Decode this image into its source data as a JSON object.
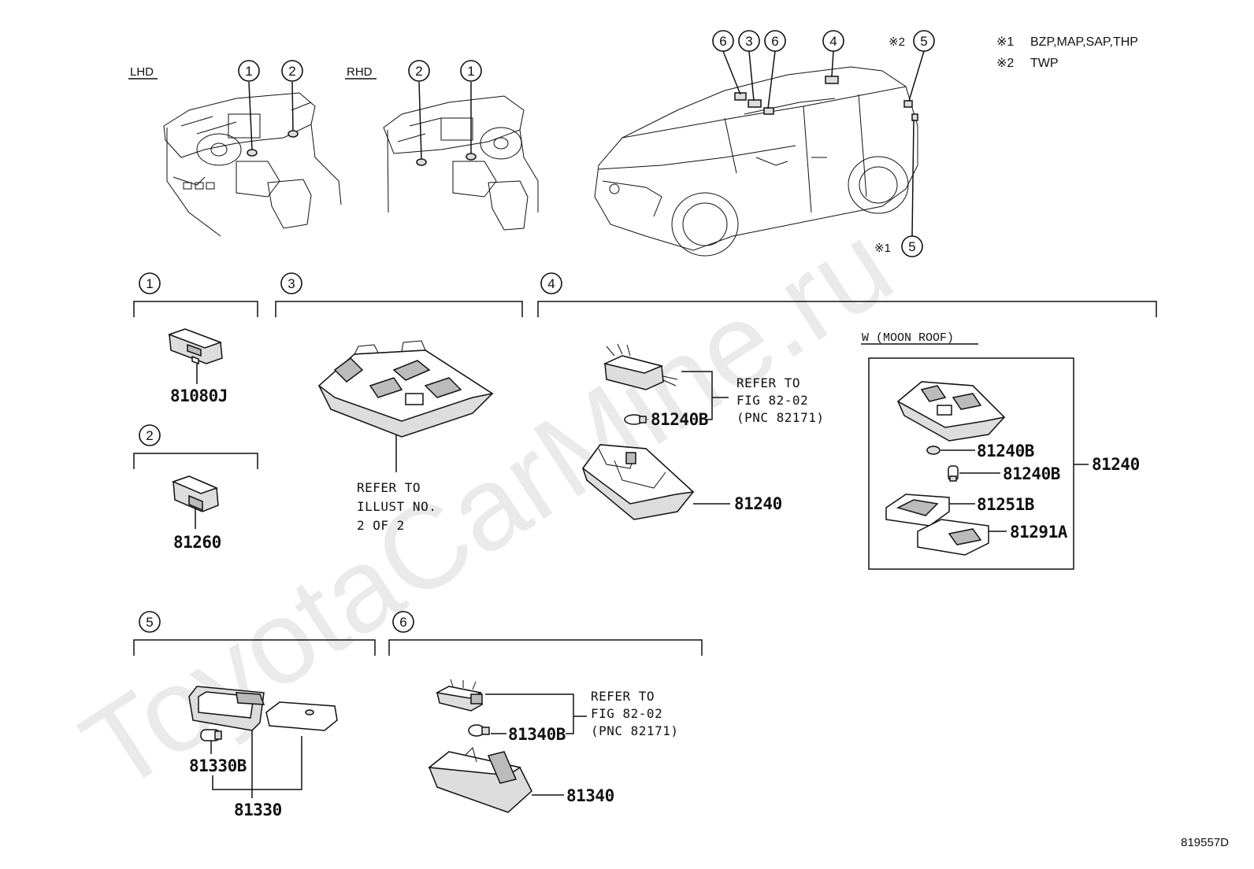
{
  "views": {
    "lhd": "LHD",
    "rhd": "RHD"
  },
  "notes": [
    {
      "mark": "※1",
      "text": "BZP,MAP,SAP,THP"
    },
    {
      "mark": "※2",
      "text": "TWP"
    }
  ],
  "note_marks": {
    "mark_1": "※1",
    "mark_2": "※2"
  },
  "callouts": {
    "c1": "1",
    "c2": "2",
    "c3": "3",
    "c4": "4",
    "c5": "5",
    "c6": "6"
  },
  "moon_roof_label": "W (MOON ROOF)",
  "refer_fig": {
    "line1": "REFER TO",
    "line2": "FIG 82-02",
    "line3": "(PNC 82171)"
  },
  "refer_illust": {
    "line1": "REFER TO",
    "line2": "ILLUST NO.",
    "line3": "2 OF 2"
  },
  "parts": {
    "p81080J": "81080J",
    "p81260": "81260",
    "p81240B": "81240B",
    "p81240": "81240",
    "p81251B": "81251B",
    "p81291A": "81291A",
    "p81330B": "81330B",
    "p81330": "81330",
    "p81340B": "81340B",
    "p81340": "81340"
  },
  "watermark": "ToyotaCarMine.ru",
  "figure_id": "819557D"
}
